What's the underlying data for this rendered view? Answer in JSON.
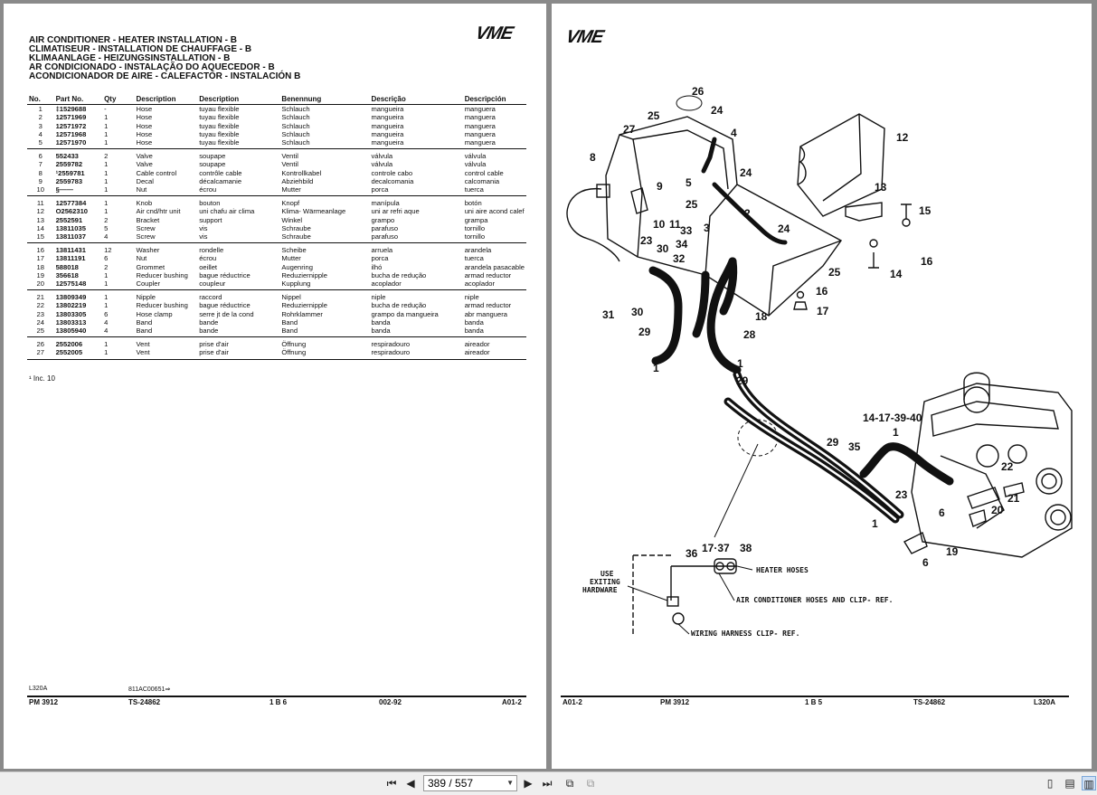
{
  "logo_text": "VME",
  "titles": [
    "AIR CONDITIONER - HEATER INSTALLATION - B",
    "CLIMATISEUR - INSTALLATION DE CHAUFFAGE - B",
    "KLIMAANLAGE - HEIZUNGSINSTALLATION - B",
    "AR CONDICIONADO - INSTALAÇÃO DO AQUECEDOR - B",
    "ACONDICIONADOR DE AIRE - CALEFACTOR - INSTALACIÓN B"
  ],
  "columns": [
    "No.",
    "Part No.",
    "Qty",
    "Description",
    "Description",
    "Benennung",
    "Descrição",
    "Descripción"
  ],
  "parts_groups": [
    [
      [
        "1",
        "‡1529688",
        "-",
        "Hose",
        "tuyau flexible",
        "Schlauch",
        "mangueira",
        "manguera"
      ],
      [
        "2",
        "12571969",
        "1",
        "Hose",
        "tuyau flexible",
        "Schlauch",
        "mangueira",
        "manguera"
      ],
      [
        "3",
        "12571972",
        "1",
        "Hose",
        "tuyau flexible",
        "Schlauch",
        "mangueira",
        "manguera"
      ],
      [
        "4",
        "12571968",
        "1",
        "Hose",
        "tuyau flexible",
        "Schlauch",
        "mangueira",
        "manguera"
      ],
      [
        "5",
        "12571970",
        "1",
        "Hose",
        "tuyau flexible",
        "Schlauch",
        "mangueira",
        "manguera"
      ]
    ],
    [
      [
        "6",
        "552433",
        "2",
        "Valve",
        "soupape",
        "Ventil",
        "válvula",
        "válvula"
      ],
      [
        "7",
        "2559782",
        "1",
        "Valve",
        "soupape",
        "Ventil",
        "válvula",
        "válvula"
      ],
      [
        "8",
        "¹2559781",
        "1",
        "Cable control",
        "contrôle cable",
        "Kontrollkabel",
        "controle cabo",
        "control cable"
      ],
      [
        "9",
        "2559783",
        "1",
        "Decal",
        "décalcamanie",
        "Abziehbild",
        "decalcomania",
        "calcomania"
      ],
      [
        "10",
        "§——",
        "1",
        "Nut",
        "écrou",
        "Mutter",
        "porca",
        "tuerca"
      ]
    ],
    [
      [
        "11",
        "12577384",
        "1",
        "Knob",
        "bouton",
        "Knopf",
        "manípula",
        "botón"
      ],
      [
        "12",
        "O2562310",
        "1",
        "Air cnd/htr unit",
        "uni chafu air clima",
        "Klima- Wärmeanlage",
        "uni ar refri aque",
        "uni aire acond calef"
      ],
      [
        "13",
        "2552591",
        "2",
        "Bracket",
        "support",
        "Winkel",
        "grampo",
        "grampa"
      ],
      [
        "14",
        "13811035",
        "5",
        "Screw",
        "vis",
        "Schraube",
        "parafuso",
        "tornillo"
      ],
      [
        "15",
        "13811037",
        "4",
        "Screw",
        "vis",
        "Schraube",
        "parafuso",
        "tornillo"
      ]
    ],
    [
      [
        "16",
        "13811431",
        "12",
        "Washer",
        "rondelle",
        "Scheibe",
        "arruela",
        "arandela"
      ],
      [
        "17",
        "13811191",
        "6",
        "Nut",
        "écrou",
        "Mutter",
        "porca",
        "tuerca"
      ],
      [
        "18",
        "588018",
        "2",
        "Grommet",
        "oeillet",
        "Augenring",
        "ilhó",
        "arandela pasacable"
      ],
      [
        "19",
        "356618",
        "1",
        "Reducer bushing",
        "bague réductrice",
        "Reduziernipple",
        "bucha de redução",
        "armad reductor"
      ],
      [
        "20",
        "12575148",
        "1",
        "Coupler",
        "coupleur",
        "Kupplung",
        "acoplador",
        "acoplador"
      ]
    ],
    [
      [
        "21",
        "13809349",
        "1",
        "Nipple",
        "raccord",
        "Nippel",
        "niple",
        "niple"
      ],
      [
        "22",
        "13802219",
        "1",
        "Reducer bushing",
        "bague réductrice",
        "Reduziernipple",
        "bucha de redução",
        "armad reductor"
      ],
      [
        "23",
        "13803305",
        "6",
        "Hose clamp",
        "serre jt de la cond",
        "Rohrklammer",
        "grampo da mangueira",
        "abr manguera"
      ],
      [
        "24",
        "13803313",
        "4",
        "Band",
        "bande",
        "Band",
        "banda",
        "banda"
      ],
      [
        "25",
        "13805940",
        "4",
        "Band",
        "bande",
        "Band",
        "banda",
        "banda"
      ]
    ],
    [
      [
        "26",
        "2552006",
        "1",
        "Vent",
        "prise d'air",
        "Öffnung",
        "respiradouro",
        "aireador"
      ],
      [
        "27",
        "2552005",
        "1",
        "Vent",
        "prise d'air",
        "Öffnung",
        "respiradouro",
        "aireador"
      ]
    ]
  ],
  "footnote": "¹ Inc. 10",
  "left_footer": {
    "model": "L320A",
    "serial": "811AC00651⇒",
    "pm": "PM 3912",
    "ts": "TS-24862",
    "section": "1 B 6",
    "date": "002-92",
    "page": "A01-2"
  },
  "right_footer": {
    "page": "A01-2",
    "pm": "PM 3912",
    "section": "1 B 5",
    "ts": "TS-24862",
    "model": "L320A"
  },
  "diagram": {
    "callouts": [
      "26",
      "24",
      "25",
      "27",
      "4",
      "12",
      "8",
      "24",
      "9",
      "5",
      "13",
      "15",
      "10",
      "11",
      "2",
      "33",
      "25",
      "3",
      "24",
      "16",
      "34",
      "23",
      "30",
      "32",
      "25",
      "14",
      "16",
      "31",
      "30",
      "17",
      "18",
      "29",
      "28",
      "1",
      "1",
      "29",
      "14-17-39-40",
      "1",
      "22",
      "29",
      "35",
      "23",
      "21",
      "20",
      "6",
      "1",
      "19",
      "6",
      "36",
      "17·37",
      "38"
    ],
    "notes": {
      "use_exiting": "USE\nEXITING\nHARDWARE",
      "heater_hoses": "HEATER HOSES",
      "ac_hoses": "AIR CONDITIONER HOSES AND CLIP- REF.",
      "wiring": "WIRING HARNESS CLIP- REF."
    }
  },
  "toolbar": {
    "page_indicator": "389 / 557"
  }
}
